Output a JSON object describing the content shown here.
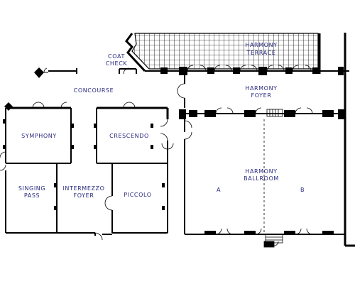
{
  "rooms": {
    "coat_check": [
      "COAT",
      "CHECK"
    ],
    "harmony_terrace": [
      "HARMONY",
      "TERRACE"
    ],
    "concourse": "CONCOURSE",
    "harmony_foyer": [
      "HARMONY",
      "FOYER"
    ],
    "symphony": "SYMPHONY",
    "crescendo": "CRESCENDO",
    "harmony_ballroom": [
      "HARMONY",
      "BALLROOM"
    ],
    "singing_pass": [
      "SINGING",
      "PASS"
    ],
    "intermezzo_foyer": [
      "INTERMEZZO",
      "FOYER"
    ],
    "piccolo": "PICCOLO",
    "section_a": "A",
    "section_b": "B"
  },
  "colors": {
    "wall": "#000000",
    "label": "#2a2a80",
    "terrace_grid": "#000000"
  }
}
